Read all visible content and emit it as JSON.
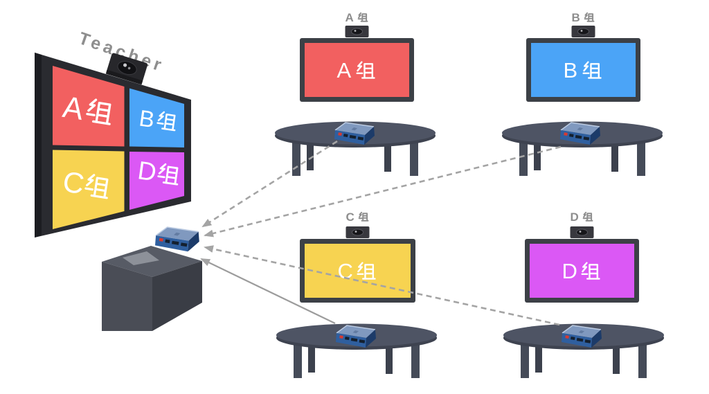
{
  "page": {
    "background": "#FFFFFF"
  },
  "teacher": {
    "title": "Teacher",
    "quadrants": [
      {
        "id": "A",
        "letter": "A",
        "suffix": "组",
        "label": "A组",
        "color": "#F26060"
      },
      {
        "id": "B",
        "letter": "B",
        "suffix": "组",
        "label": "B组",
        "color": "#4BA4F7"
      },
      {
        "id": "C",
        "letter": "C",
        "suffix": "组",
        "label": "C组",
        "color": "#F7D351"
      },
      {
        "id": "D",
        "letter": "D",
        "suffix": "组",
        "label": "D组",
        "color": "#DB58F5"
      }
    ]
  },
  "groups": [
    {
      "id": "A",
      "badge": "A 组",
      "badge_letter": "A",
      "badge_suffix": "组",
      "screen_label": "A组",
      "screen_letter": "A",
      "screen_suffix": "组",
      "screen_color": "#F26060"
    },
    {
      "id": "B",
      "badge": "B 组",
      "badge_letter": "B",
      "badge_suffix": "组",
      "screen_label": "B组",
      "screen_letter": "B",
      "screen_suffix": "组",
      "screen_color": "#4BA4F7"
    },
    {
      "id": "C",
      "badge": "C 组",
      "badge_letter": "C",
      "badge_suffix": "组",
      "screen_label": "C组",
      "screen_letter": "C",
      "screen_suffix": "组",
      "screen_color": "#F7D351"
    },
    {
      "id": "D",
      "badge": "D 组",
      "badge_letter": "D",
      "badge_suffix": "组",
      "screen_label": "D组",
      "screen_letter": "D",
      "screen_suffix": "组",
      "screen_color": "#DB58F5"
    }
  ],
  "connections": [
    {
      "from": "group-A-device",
      "to": "teacher-device",
      "style": "dashed",
      "arrow": "toward-teacher-device"
    },
    {
      "from": "group-B-device",
      "to": "teacher-device",
      "style": "dashed",
      "arrow": "toward-teacher-device"
    },
    {
      "from": "group-C-device",
      "to": "teacher-device",
      "style": "solid",
      "arrow": "toward-teacher-device"
    },
    {
      "from": "group-D-device",
      "to": "teacher-device",
      "style": "dashed",
      "arrow": "toward-teacher-device"
    }
  ],
  "colors": {
    "red": "#F26060",
    "blue": "#4BA4F7",
    "yellow": "#F7D351",
    "purple": "#DB58F5",
    "display_frame": "#3C4046",
    "teacher_frame": "#2A2B30",
    "label_gray": "#8E8E8E",
    "connection_line": "#A4A4A4",
    "table": "#4E5464",
    "device_top": "#8099BF",
    "device_front": "#2F5F9F",
    "podium_front": "#4A4D56"
  }
}
